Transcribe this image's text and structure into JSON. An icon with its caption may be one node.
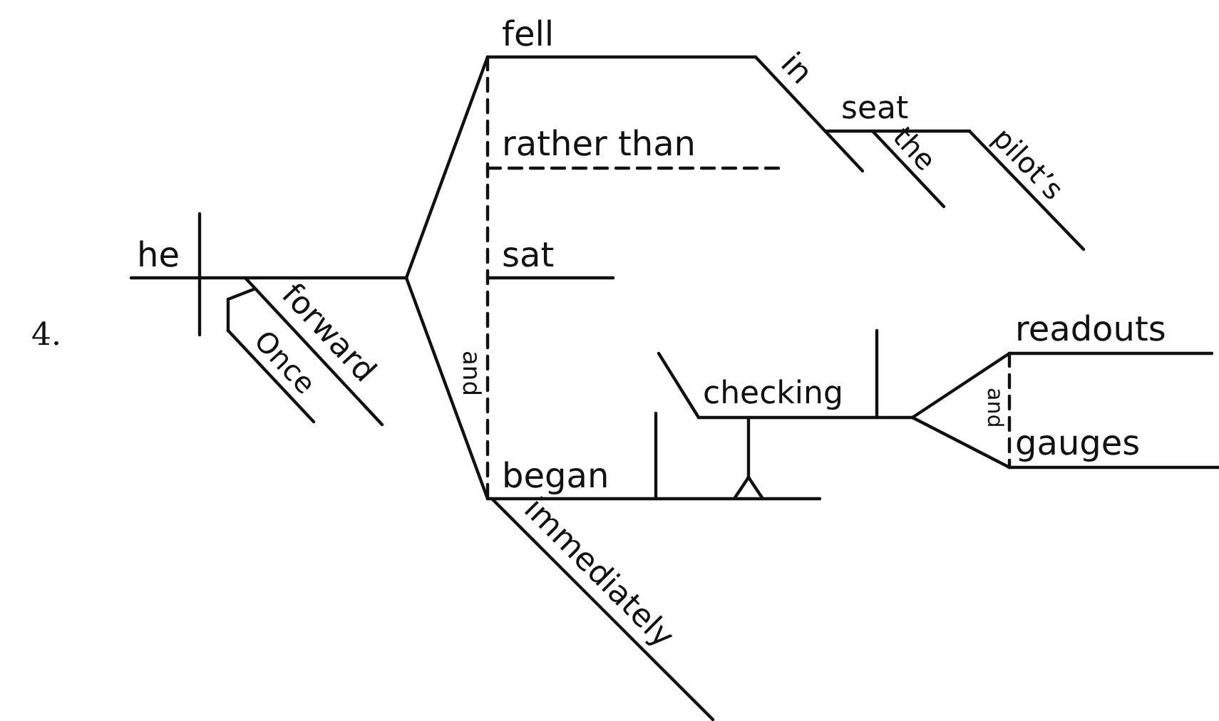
{
  "diagram": {
    "labels": [
      "4.",
      "fell",
      "in",
      "seat",
      "the",
      "pilot’s",
      "rather than",
      "he",
      "sat",
      "forward",
      "Once",
      "and",
      "checking",
      "readouts",
      "and",
      "gauges",
      "began",
      "immediately"
    ]
  }
}
